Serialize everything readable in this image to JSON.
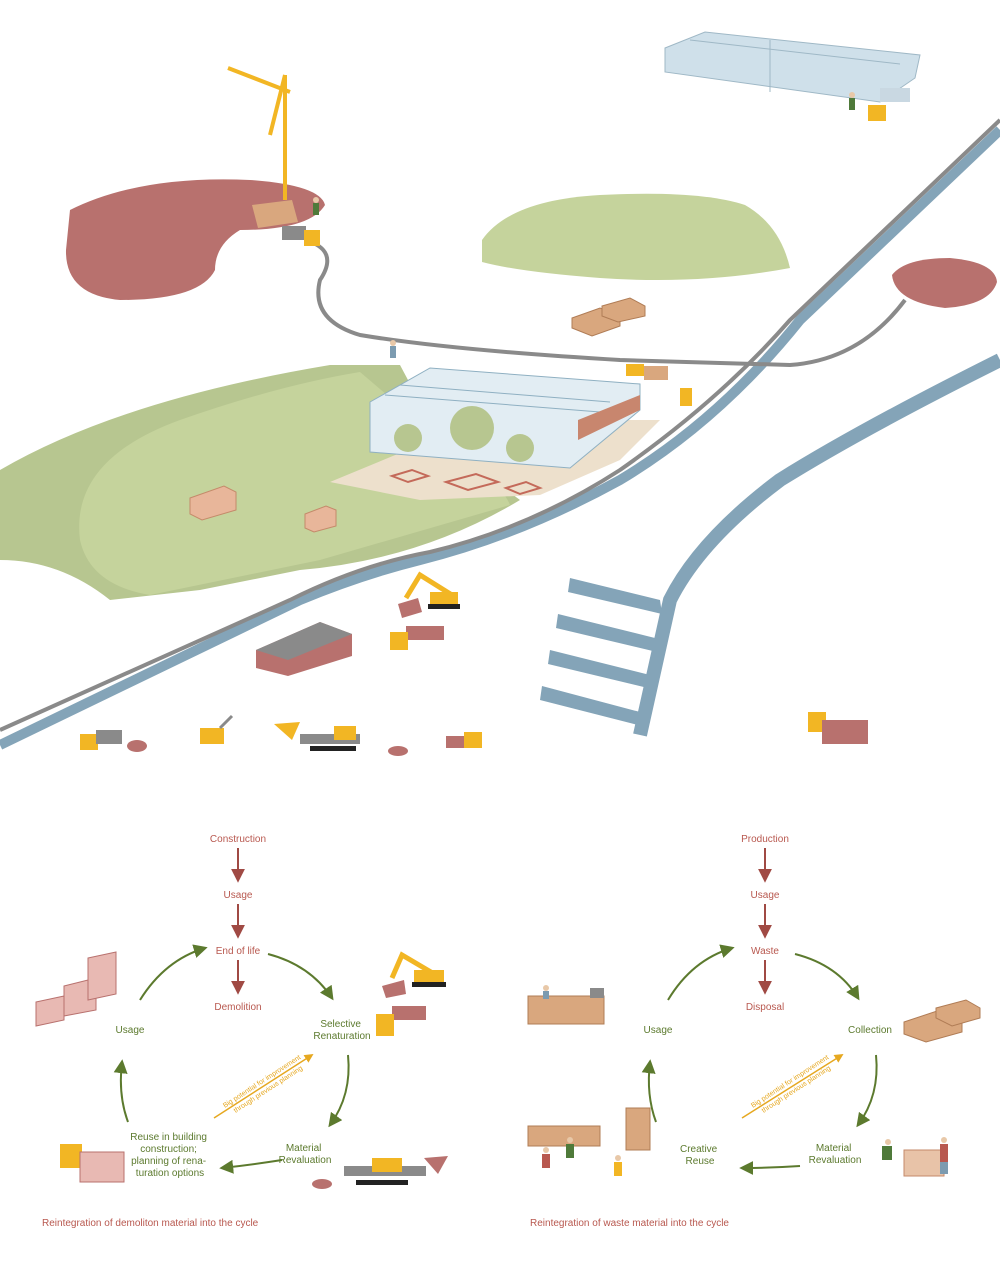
{
  "colors": {
    "site_red": "#b8716e",
    "meadow_green": "#c5d39c",
    "field_green": "#b7c690",
    "water_blue": "#84a4b8",
    "road_gray": "#8a8a8a",
    "machine_yellow": "#f2b624",
    "wood": "#d9a77e",
    "label_red": "#b8584f",
    "arrow_green": "#5c7a2e",
    "note_yellow": "#e6a820"
  },
  "icons": [
    "crane-icon",
    "truck-icon",
    "excavator-icon",
    "crusher-icon",
    "greenhouse-icon",
    "worker-icon",
    "tree-icon",
    "warehouse-icon",
    "shelving-icon",
    "raised-bed-icon",
    "wardrobe-icon"
  ],
  "left_cycle": {
    "linear": [
      "Construction",
      "Usage",
      "End of life",
      "Demolition"
    ],
    "nodes": {
      "selective": [
        "Selective",
        "Renaturation"
      ],
      "revaluation": [
        "Material",
        "Revaluation"
      ],
      "reuse": [
        "Reuse in building",
        "construction;",
        "planning of rena-",
        "turation options"
      ],
      "usage": "Usage"
    },
    "note": [
      "Big potential for improvement",
      "through previous planning"
    ],
    "caption": "Reintegration of demoliton material into the cycle"
  },
  "right_cycle": {
    "linear": [
      "Production",
      "Usage",
      "Waste",
      "Disposal"
    ],
    "nodes": {
      "collection": "Collection",
      "revaluation": [
        "Material",
        "Revaluation"
      ],
      "reuse": [
        "Creative",
        "Reuse"
      ],
      "usage": "Usage"
    },
    "note": [
      "Big potential for improvement",
      "through previous planning"
    ],
    "caption": "Reintegration of waste material into the cycle"
  }
}
